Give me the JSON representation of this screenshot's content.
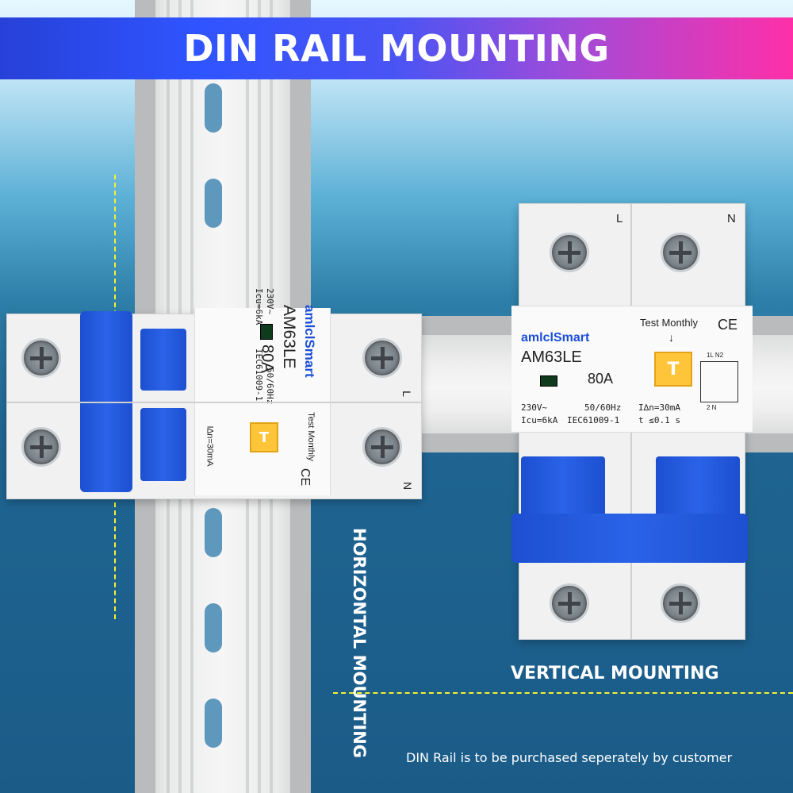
{
  "banner": {
    "title": "DIN RAIL MOUNTING"
  },
  "labels": {
    "horizontal": "HORIZONTAL MOUNTING",
    "vertical": "VERTICAL MOUNTING",
    "footnote": "DIN Rail is to be purchased seperately by customer"
  },
  "breaker": {
    "brand": "amlclSmart",
    "model": "AM63LE",
    "rating": "80A",
    "voltage": "230V~",
    "frequency": "50/60Hz",
    "icu": "Icu=6kA",
    "standard": "IEC61009-1",
    "residual_current": "I∆n=30mA",
    "trip_time": "t ≤0.1 s",
    "test_label": "Test Monthly",
    "test_arrow": "↓",
    "test_button": "T",
    "ce_mark": "CE",
    "terminal_l": "L",
    "terminal_n": "N",
    "diagram_top": "1L N2",
    "diagram_bottom": "2 N"
  },
  "colors": {
    "banner_left": "#2741d8",
    "banner_right": "#ff2fa8",
    "handle": "#2a63e8",
    "guide_line": "#f3f32d",
    "test_button": "#ffc53a"
  }
}
